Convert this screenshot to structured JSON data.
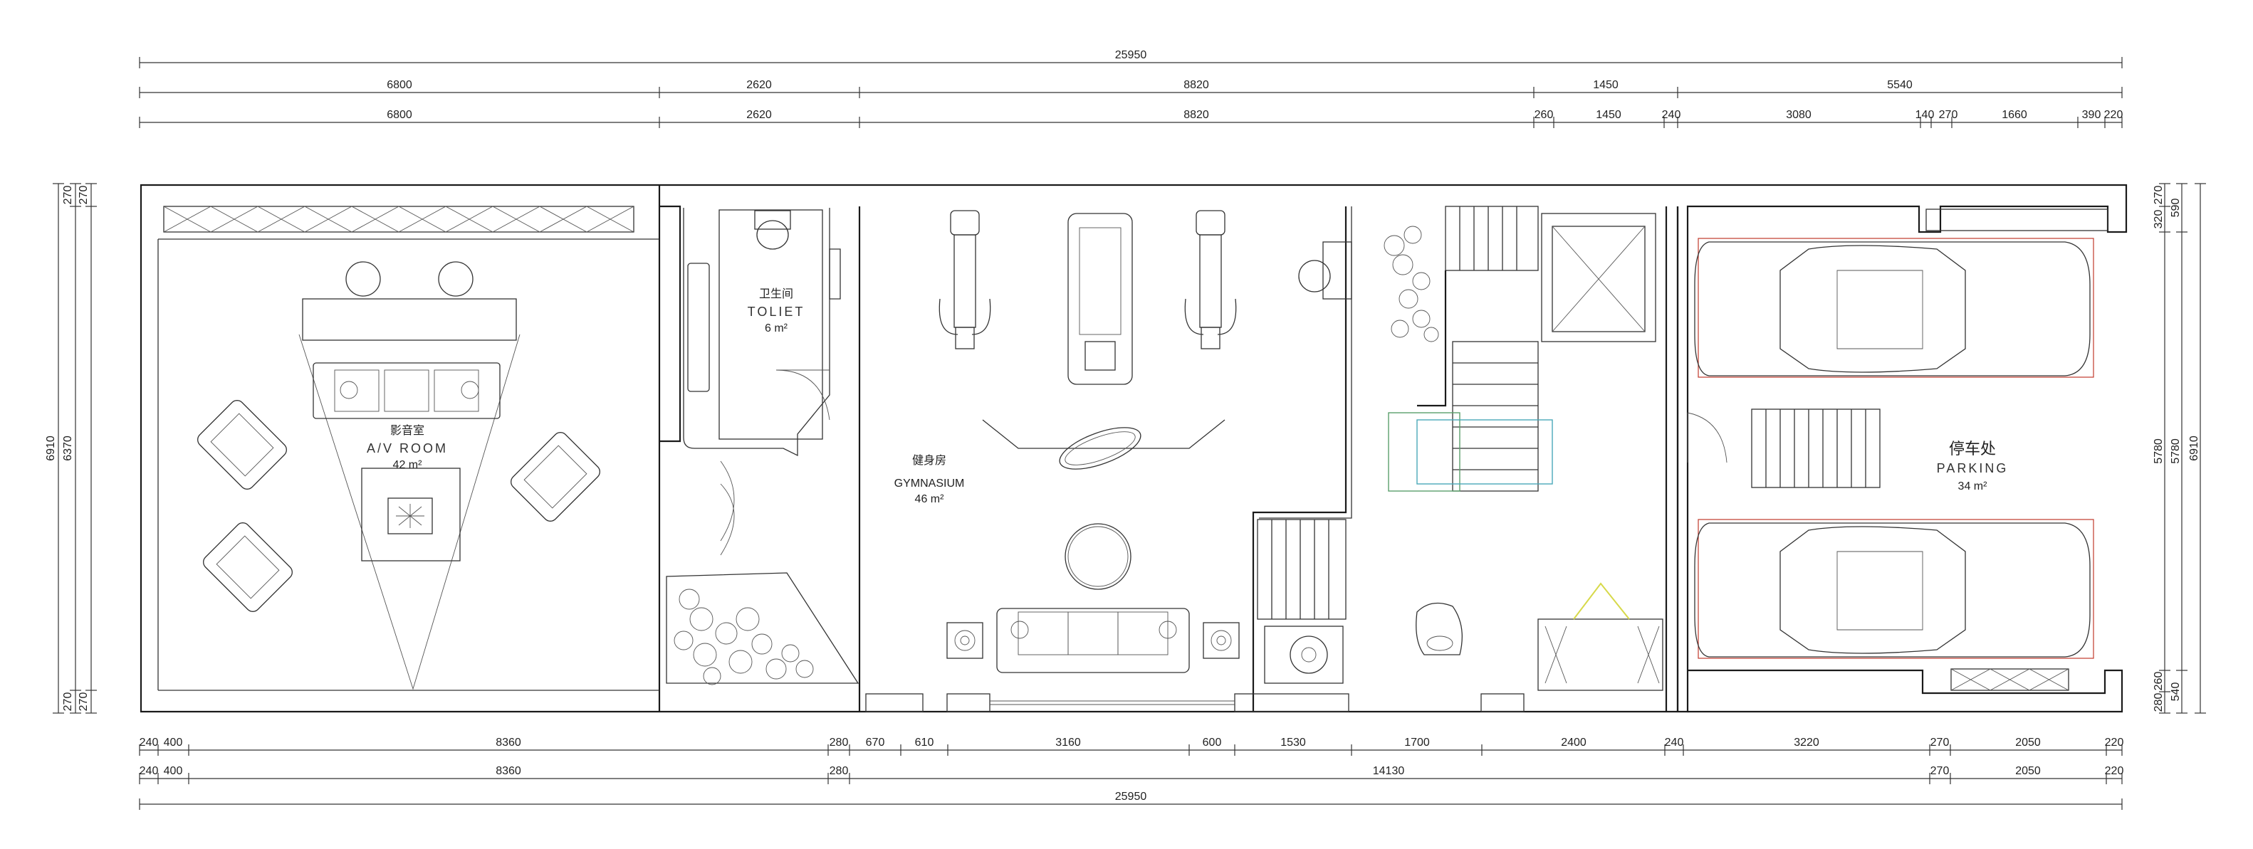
{
  "dimensions": {
    "top_total": "25950",
    "top_row1": [
      "6800",
      "2620",
      "8820",
      "1450",
      "5540"
    ],
    "top_row2": [
      "6800",
      "2620",
      "8820",
      "260",
      "1450",
      "240",
      "3080",
      "140",
      "270",
      "1660",
      "390",
      "220"
    ],
    "bottom_row1": [
      "240",
      "400",
      "8360",
      "280",
      "670",
      "610",
      "3160",
      "600",
      "1530",
      "1700",
      "2400",
      "240",
      "3220",
      "270",
      "2050",
      "220"
    ],
    "bottom_row2": [
      "240",
      "400",
      "8360",
      "280",
      "14130",
      "270",
      "2050",
      "220"
    ],
    "bottom_total": "25950",
    "left_outer": "6910",
    "left_inner": [
      "270",
      "6370",
      "270"
    ],
    "left_inner2": [
      "270",
      "270"
    ],
    "right_inner": [
      "270",
      "320",
      "5780",
      "260",
      "280"
    ],
    "right_inner2": [
      "590",
      "5780",
      "540"
    ],
    "right_outer": "6910"
  },
  "rooms": {
    "av_room": {
      "cn": "影音室",
      "en": "A/V ROOM",
      "area": "42 m²"
    },
    "toilet": {
      "cn": "卫生间",
      "en": "TOLIET",
      "area": "6 m²"
    },
    "gym": {
      "cn": "健身房",
      "en": "GYMNASIUM",
      "area": "46 m²"
    },
    "parking": {
      "cn": "停车处",
      "en": "PARKING",
      "area": "34 m²"
    }
  },
  "colors": {
    "wall": "#1a1a1a",
    "car_outline": "#c0392b",
    "stair_green": "#5aa06b",
    "stair_cyan": "#4aa8b8",
    "skylight_yellow": "#d7d94a"
  }
}
